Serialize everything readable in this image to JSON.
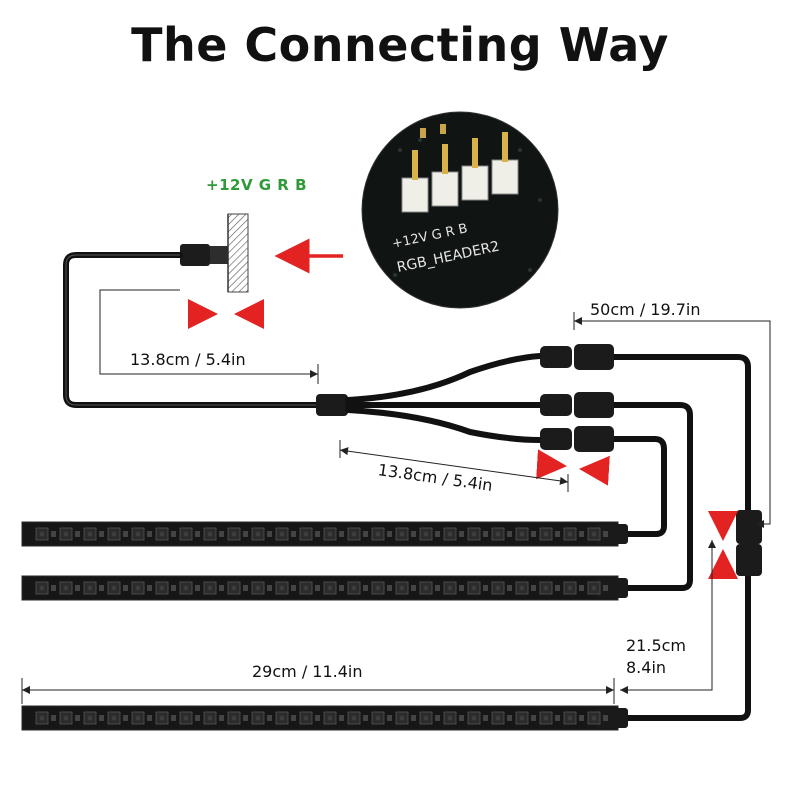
{
  "title": "The Connecting Way",
  "pin_label": "+12V G R B",
  "header_photo": {
    "silk_pins": "+12V G R B",
    "silk_name": "RGB_HEADER2"
  },
  "dimensions": {
    "main_lead": "13.8cm / 5.4in",
    "branch_lead": "13.8cm / 5.4in",
    "extension": "50cm / 19.7in",
    "strip_length": "29cm / 11.4in",
    "strip_link_line1": "21.5cm",
    "strip_link_line2": "8.4in"
  },
  "colors": {
    "arrow": "#e32222",
    "pin_label": "#2e9a3a",
    "cable": "#111111"
  }
}
